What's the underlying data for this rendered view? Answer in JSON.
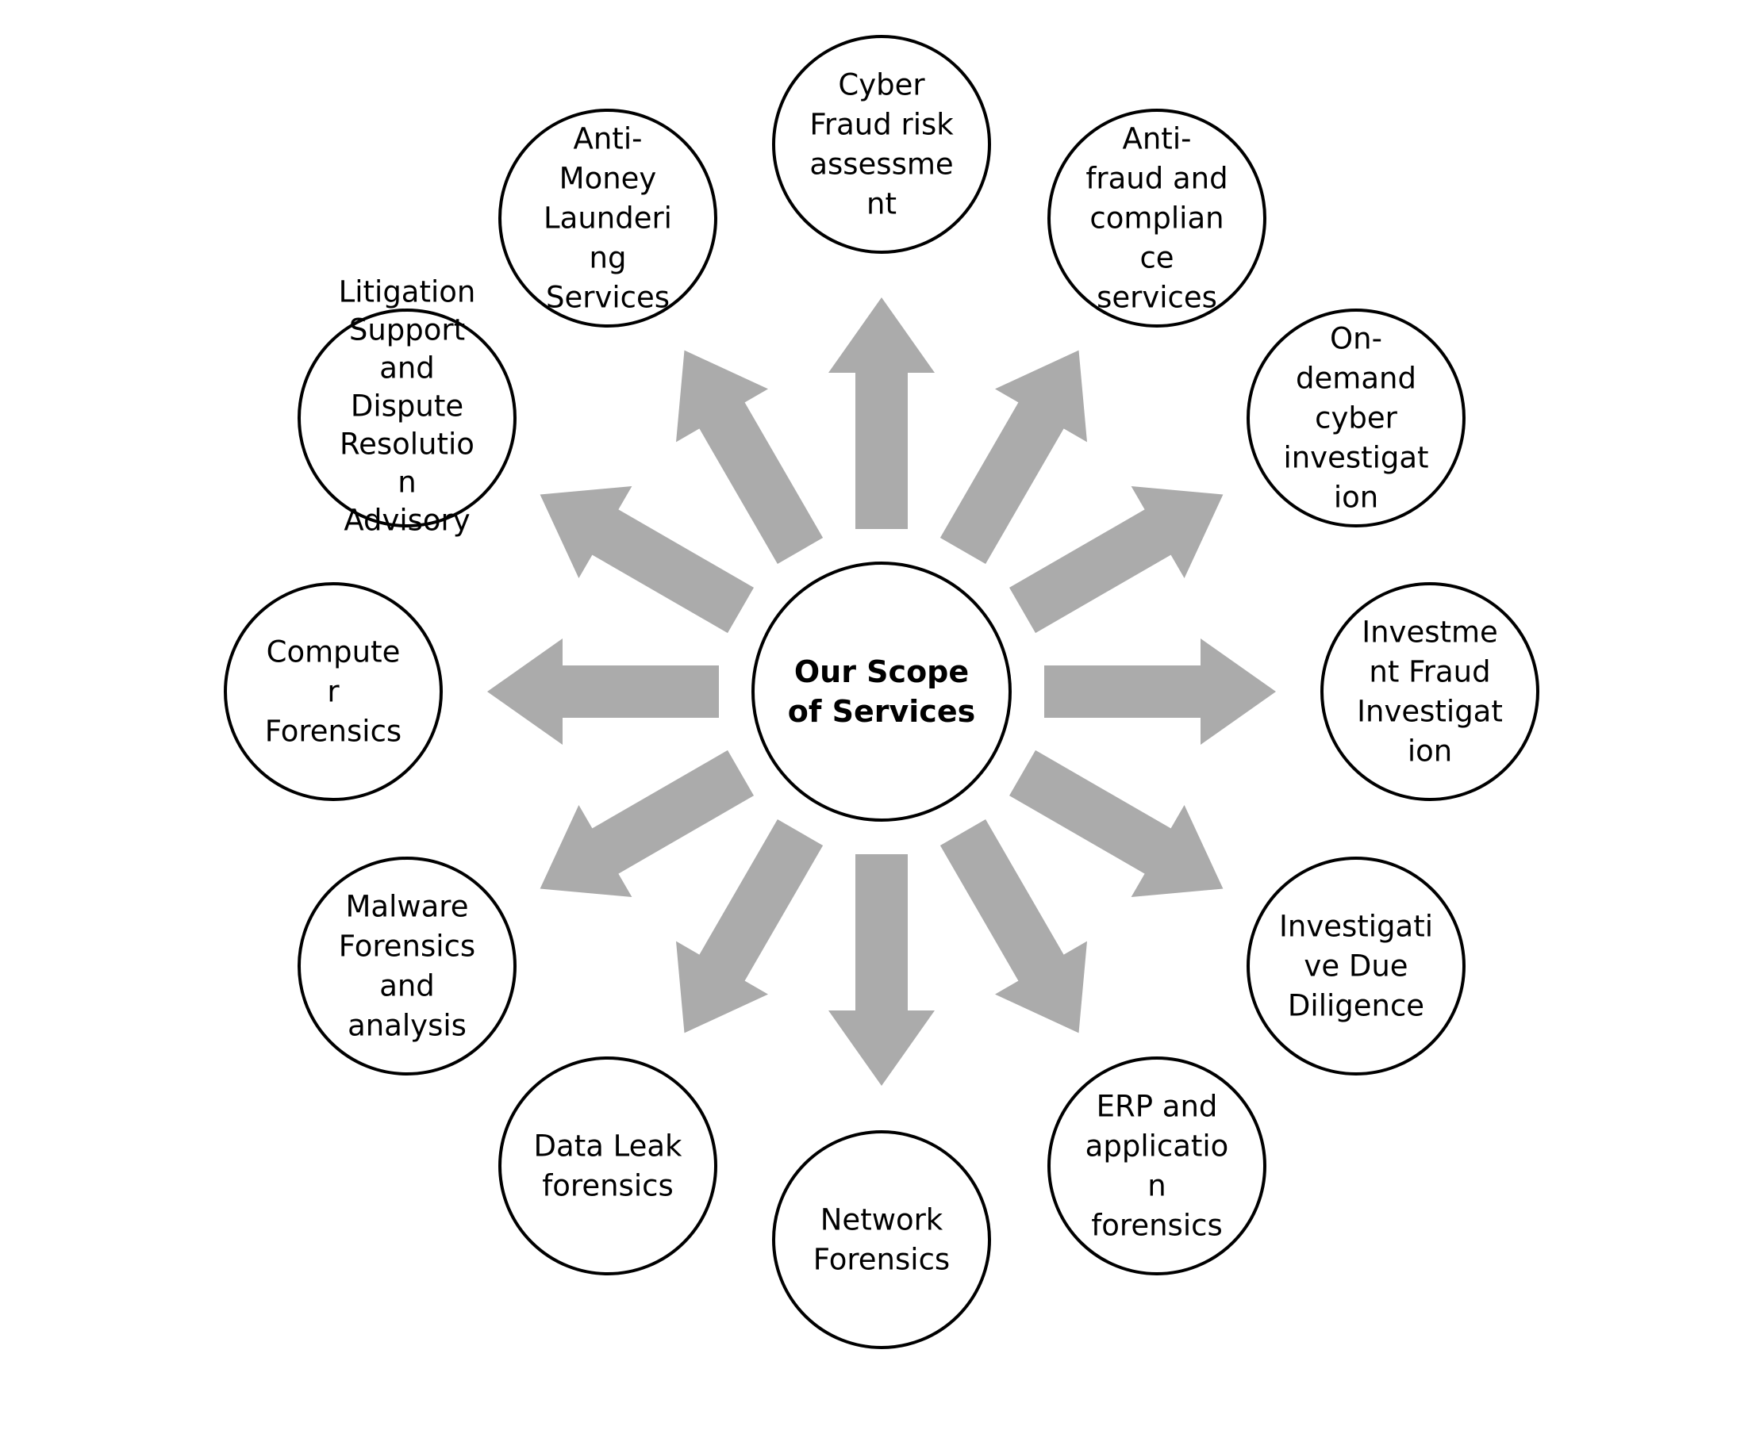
{
  "colors": {
    "arrow_fill": "#ababab",
    "circle_stroke": "#000000",
    "background": "#ffffff",
    "text": "#000000"
  },
  "center": {
    "lines": [
      "Our Scope",
      "of Services"
    ]
  },
  "nodes": [
    {
      "id": "cyber-fraud-risk-assessment",
      "lines": [
        "Cyber",
        "Fraud risk",
        "assessme",
        "nt"
      ]
    },
    {
      "id": "anti-fraud-and-compliance-services",
      "lines": [
        "Anti-",
        "fraud and",
        "complian",
        "ce",
        "services"
      ]
    },
    {
      "id": "on-demand-cyber-investigation",
      "lines": [
        "On-",
        "demand",
        "cyber",
        "investigat",
        "ion"
      ]
    },
    {
      "id": "investment-fraud-investigation",
      "lines": [
        "Investme",
        "nt Fraud",
        "Investigat",
        "ion"
      ]
    },
    {
      "id": "investigative-due-diligence",
      "lines": [
        "Investigati",
        "ve Due",
        "Diligence"
      ]
    },
    {
      "id": "erp-and-application-forensics",
      "lines": [
        "ERP and",
        "applicatio",
        "n",
        "forensics"
      ]
    },
    {
      "id": "network-forensics",
      "lines": [
        "Network",
        "Forensics"
      ]
    },
    {
      "id": "data-leak-forensics",
      "lines": [
        "Data Leak",
        "forensics"
      ]
    },
    {
      "id": "malware-forensics-and-analysis",
      "lines": [
        "Malware",
        "Forensics",
        "and",
        "analysis"
      ]
    },
    {
      "id": "computer-forensics",
      "lines": [
        "Compute",
        "r",
        "Forensics"
      ]
    },
    {
      "id": "litigation-support-and-dispute-resolution-advisory",
      "lines": [
        "Litigation",
        "Support",
        "and",
        "Dispute",
        "Resolutio",
        "n",
        "Advisory"
      ]
    },
    {
      "id": "anti-money-laundering-services",
      "lines": [
        "Anti-",
        "Money",
        "Launderi",
        "ng",
        "Services"
      ]
    }
  ]
}
